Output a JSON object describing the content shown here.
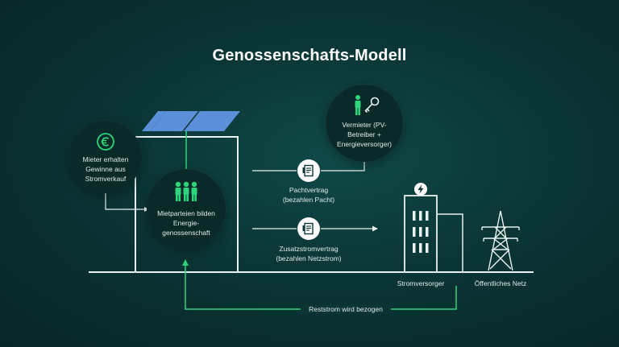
{
  "title": "Genossenschafts-Modell",
  "colors": {
    "accent": "#2ed47a",
    "line": "#e8f2f0",
    "panel": "#5b8fd8"
  },
  "nodes": {
    "tenant_profit": {
      "icon": "euro-icon",
      "lines": [
        "Mieter erhalten",
        "Gewinne aus",
        "Stromverkauf"
      ]
    },
    "cooperative": {
      "icon": "people-group-icon",
      "lines": [
        "Mietparteien bilden",
        "Energie-",
        "genossenschaft"
      ]
    },
    "landlord": {
      "icon": "person-key-icon",
      "lines": [
        "Vermieter (PV-",
        "Betreiber +",
        "Energieversorger)"
      ]
    }
  },
  "contracts": {
    "lease": {
      "icon": "contract-icon",
      "lines": [
        "Pachtvertrag",
        "(bezahlen Pacht)"
      ]
    },
    "supply": {
      "icon": "contract-icon",
      "lines": [
        "Zusatzstromvertrag",
        "(bezahlen Netzstrom)"
      ]
    }
  },
  "supplier": {
    "icon": "power-plant-icon",
    "badge_icon": "lightning-icon",
    "label": "Stromversorger"
  },
  "grid": {
    "icon": "transmission-tower-icon",
    "label": "Öffentliches Netz"
  },
  "reststrom": "Reststrom wird bezogen"
}
